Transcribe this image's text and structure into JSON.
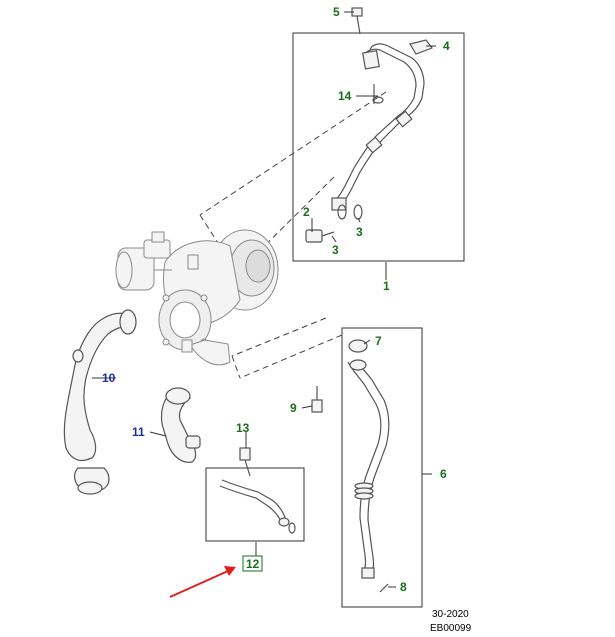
{
  "diagram": {
    "callouts": [
      {
        "id": "c1",
        "label": "1",
        "color": "#1a6e1a"
      },
      {
        "id": "c2",
        "label": "2",
        "color": "#1a6e1a"
      },
      {
        "id": "c3a",
        "label": "3",
        "color": "#1a6e1a"
      },
      {
        "id": "c3b",
        "label": "3",
        "color": "#1a6e1a"
      },
      {
        "id": "c4",
        "label": "4",
        "color": "#1a6e1a"
      },
      {
        "id": "c5",
        "label": "5",
        "color": "#1a6e1a"
      },
      {
        "id": "c6",
        "label": "6",
        "color": "#1a6e1a"
      },
      {
        "id": "c7",
        "label": "7",
        "color": "#1a6e1a"
      },
      {
        "id": "c8",
        "label": "8",
        "color": "#1a6e1a"
      },
      {
        "id": "c9",
        "label": "9",
        "color": "#1a6e1a"
      },
      {
        "id": "c10",
        "label": "10",
        "color": "#1a2ea0"
      },
      {
        "id": "c11",
        "label": "11",
        "color": "#1a2ea0"
      },
      {
        "id": "c12",
        "label": "12",
        "color": "#1a6e1a"
      },
      {
        "id": "c13",
        "label": "13",
        "color": "#1a6e1a"
      },
      {
        "id": "c14",
        "label": "14",
        "color": "#1a6e1a"
      }
    ],
    "highlight_arrow_color": "#e0201a",
    "reference": {
      "section": "30-2020",
      "drawing_id": "EB00099"
    }
  }
}
